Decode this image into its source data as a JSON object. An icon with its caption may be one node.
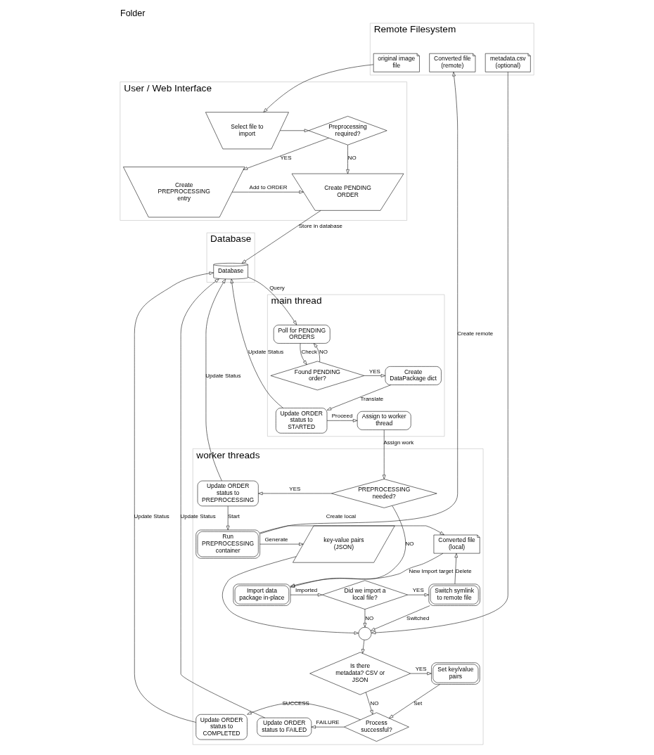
{
  "diagram": {
    "title": "Folder",
    "nodes": [
      {
        "text": [
          "Remote Filesystem"
        ]
      },
      {
        "text": [
          "original image file"
        ],
        "in": 0
      },
      {
        "text": [
          "metadata.csv (optional)"
        ],
        "in": 0
      },
      {
        "text": [
          "Converted file (remote)"
        ],
        "in": 0
      },
      {
        "text": [
          "User / Web Interface"
        ]
      },
      {
        "text": [
          "Select file to import"
        ],
        "in": 4
      },
      {
        "text": [
          "Preprocessing required?"
        ],
        "in": 4
      },
      {
        "text": [
          "Create PREPROCESSING entry"
        ],
        "in": 4
      },
      {
        "text": [
          "Create PENDING ORDER"
        ],
        "in": 4
      },
      {
        "text": [
          "Database"
        ]
      },
      {
        "text": [
          "Database"
        ],
        "in": 9
      },
      {
        "text": [
          "main thread"
        ]
      },
      {
        "text": [
          "Poll for PENDING ORDERS"
        ],
        "in": 11
      },
      {
        "text": [
          "Found PENDING order?"
        ],
        "in": 11
      },
      {
        "text": [
          "Create DataPackage dict"
        ],
        "in": 11
      },
      {
        "text": [
          "Update ORDER status to STARTED"
        ],
        "in": 11
      },
      {
        "text": [
          "Assign to worker thread"
        ],
        "in": 11
      },
      {
        "text": [
          "worker threads"
        ]
      },
      {
        "text": [
          "PREPROCESSING needed?"
        ],
        "in": 17
      },
      {
        "text": [
          "Update ORDER status to PREPROCESSING"
        ],
        "in": 17
      },
      {
        "text": [
          "Run PREPROCESSING container"
        ],
        "in": 17
      },
      {
        "text": [
          "Import data package in-place"
        ],
        "in": 17
      },
      {
        "text": [
          "Converted file (local)"
        ],
        "in": 17
      },
      {
        "text": [
          "key-value pairs (JSON)"
        ],
        "in": 17
      },
      {
        "text": [
          "Did we import a local file?"
        ],
        "in": 17
      },
      {
        "text": [
          "Switch symlink to remote file"
        ],
        "in": 17
      },
      {
        "text": [],
        "shape": "circle",
        "in": 17
      },
      {
        "text": [
          "Is there metadata? CSV or JSON"
        ],
        "in": 17
      },
      {
        "text": [
          "Set key/value pairs"
        ],
        "in": 17
      },
      {
        "text": [
          "Process successful?"
        ],
        "in": 17
      },
      {
        "text": [
          "Update ORDER status to COMPLETED"
        ],
        "in": 17
      },
      {
        "text": [
          "Update ORDER status to FAILED"
        ],
        "in": 17
      }
    ],
    "edges": [
      {
        "from": 1,
        "to": 5,
        "arrow": "to"
      },
      {
        "from": 2,
        "to": 26,
        "arrow": "to"
      },
      {
        "from": 5,
        "to": 6,
        "arrow": "to"
      },
      {
        "from": 6,
        "to": 7,
        "arrow": "to",
        "label": "YES"
      },
      {
        "from": 6,
        "to": 8,
        "arrow": "to",
        "label": "NO"
      },
      {
        "from": 7,
        "to": 8,
        "arrow": "to",
        "label": "Add to ORDER"
      },
      {
        "from": 8,
        "to": 10,
        "arrow": "to",
        "label": "Store in database"
      },
      {
        "from": 10,
        "to": 12,
        "arrow": "to",
        "label": "Query"
      },
      {
        "from": 12,
        "to": 13,
        "arrow": "to",
        "label": "Check"
      },
      {
        "from": 13,
        "to": 12,
        "arrow": "to",
        "label": "NO"
      },
      {
        "from": 13,
        "to": 14,
        "arrow": "to",
        "label": "YES"
      },
      {
        "from": 14,
        "to": 15,
        "arrow": "to",
        "label": "Translate"
      },
      {
        "from": 15,
        "to": 16,
        "arrow": "to",
        "label": "Proceed"
      },
      {
        "from": 15,
        "to": 10,
        "arrow": "to",
        "label": "Update Status"
      },
      {
        "from": 16,
        "to": 18,
        "arrow": "to",
        "label": "Assign work"
      },
      {
        "from": 18,
        "to": 21,
        "arrow": "to",
        "label": "NO"
      },
      {
        "from": 18,
        "to": 19,
        "arrow": "to",
        "label": "YES"
      },
      {
        "from": 19,
        "to": 20,
        "arrow": "to",
        "label": "Start"
      },
      {
        "from": 19,
        "to": 10,
        "arrow": "to",
        "label": "Update Status"
      },
      {
        "from": 20,
        "to": 22,
        "arrow": "to",
        "label": "Create local"
      },
      {
        "from": 20,
        "to": 23,
        "arrow": "to",
        "label": "Generate"
      },
      {
        "from": 20,
        "to": 3,
        "arrow": "to",
        "label": "Create remote"
      },
      {
        "from": 22,
        "to": 21,
        "arrow": "to",
        "label": "New Import target"
      },
      {
        "from": 21,
        "to": 24,
        "arrow": "to",
        "label": "Imported"
      },
      {
        "from": 24,
        "to": 26,
        "arrow": "to",
        "label": "NO"
      },
      {
        "from": 24,
        "to": 25,
        "arrow": "to",
        "label": "YES"
      },
      {
        "from": 25,
        "to": 22,
        "arrow": "to",
        "label": "Delete"
      },
      {
        "from": 25,
        "to": 26,
        "arrow": "to",
        "label": "Switched"
      },
      {
        "from": 23,
        "to": 26,
        "arrow": "to"
      },
      {
        "from": 26,
        "to": 27,
        "arrow": "to"
      },
      {
        "from": 27,
        "to": 29,
        "arrow": "to",
        "label": "NO"
      },
      {
        "from": 27,
        "to": 28,
        "arrow": "to",
        "label": "YES"
      },
      {
        "from": 28,
        "to": 29,
        "arrow": "to",
        "label": "Set"
      },
      {
        "from": 29,
        "to": 30,
        "arrow": "to",
        "label": "SUCCESS"
      },
      {
        "from": 29,
        "to": 31,
        "arrow": "to",
        "label": "FAILURE"
      },
      {
        "from": 30,
        "to": 10,
        "arrow": "to",
        "label": "Update Status"
      },
      {
        "from": 31,
        "to": 10,
        "arrow": "to",
        "label": "Update Status"
      }
    ]
  }
}
